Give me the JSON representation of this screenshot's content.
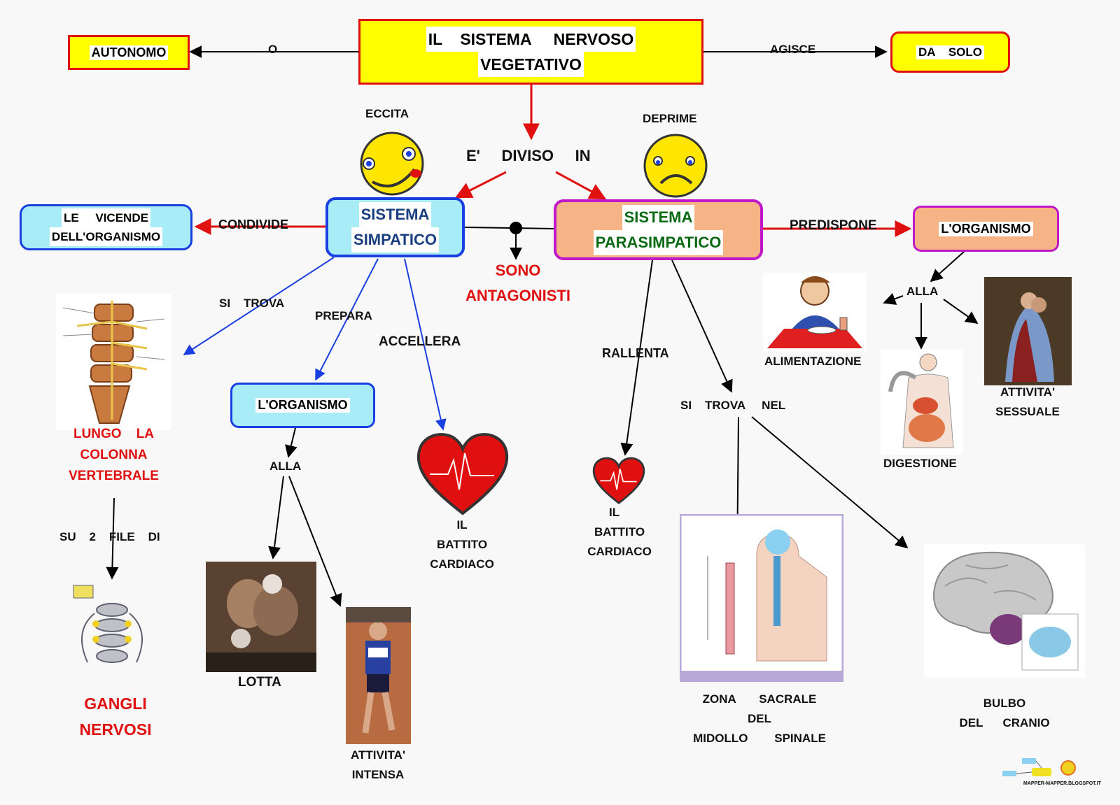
{
  "colors": {
    "root_fill": "#ffff00",
    "root_border": "#e01010",
    "simpatico_fill": "#a8ecf8",
    "simpatico_border": "#1a3fe0",
    "parasimpatico_fill": "#f5b386",
    "parasimpatico_border": "#c018c8",
    "organismo_fill": "#f5b386",
    "arrow_red": "#e01010",
    "arrow_blue": "#1a3fe0",
    "arrow_black": "#000000"
  },
  "root": {
    "line1": "IL    SISTEMA     NERVOSO",
    "line2": "VEGETATIVO"
  },
  "autonomo": {
    "text": "AUTONOMO",
    "link": "O"
  },
  "da_solo": {
    "text": "DA    SOLO",
    "link": "AGISCE"
  },
  "diviso": {
    "text": "E'     DIVISO     IN"
  },
  "eccita": "ECCITA",
  "deprime": "DEPRIME",
  "simpatico": {
    "line1": "SISTEMA",
    "line2": "SIMPATICO"
  },
  "parasimpatico": {
    "line1": "SISTEMA",
    "line2": "PARASIMPATICO"
  },
  "vicende": {
    "line1": "LE     VICENDE",
    "line2": "DELL'ORGANISMO",
    "link": "CONDIVIDE"
  },
  "organismo_right": {
    "text": "L'ORGANISMO",
    "link": "PREDISPONE"
  },
  "antagonisti": {
    "line1": "SONO",
    "line2": "ANTAGONISTI"
  },
  "simpatico_links": {
    "si_trova": "SI    TROVA",
    "prepara": "PREPARA",
    "accellera": "ACCELLERA"
  },
  "colonna": {
    "line1": "LUNGO    LA",
    "line2": "COLONNA",
    "line3": "VERTEBRALE",
    "link": "SU    2    FILE    DI"
  },
  "gangli": {
    "line1": "GANGLI",
    "line2": "NERVOSI"
  },
  "organismo_mid": {
    "text": "L'ORGANISMO",
    "link": "ALLA"
  },
  "lotta": "LOTTA",
  "attivita_intensa": {
    "line1": "ATTIVITA'",
    "line2": "INTENSA"
  },
  "battito_left": {
    "line1": "IL",
    "line2": "BATTITO",
    "line3": "CARDIACO"
  },
  "parasimpatico_links": {
    "rallenta": "RALLENTA",
    "si_trova_nel": "SI    TROVA     NEL"
  },
  "battito_right": {
    "line1": "IL",
    "line2": "BATTITO",
    "line3": "CARDIACO"
  },
  "zona_sacrale": {
    "line1": "ZONA       SACRALE",
    "line2": "DEL",
    "line3": "MIDOLLO        SPINALE"
  },
  "bulbo": {
    "line1": "BULBO",
    "line2": "DEL      CRANIO"
  },
  "alla_right": "ALLA",
  "alimentazione": "ALIMENTAZIONE",
  "digestione": "DIGESTIONE",
  "attivita_sessuale": {
    "line1": "ATTIVITA'",
    "line2": "SESSUALE"
  },
  "watermark": "MAPPER-MAPPER.BLOGSPOT.IT",
  "icons": [
    "smiley-happy-icon",
    "smiley-sad-icon",
    "heart-ecg-icon",
    "brain-icon",
    "spine-icon"
  ]
}
